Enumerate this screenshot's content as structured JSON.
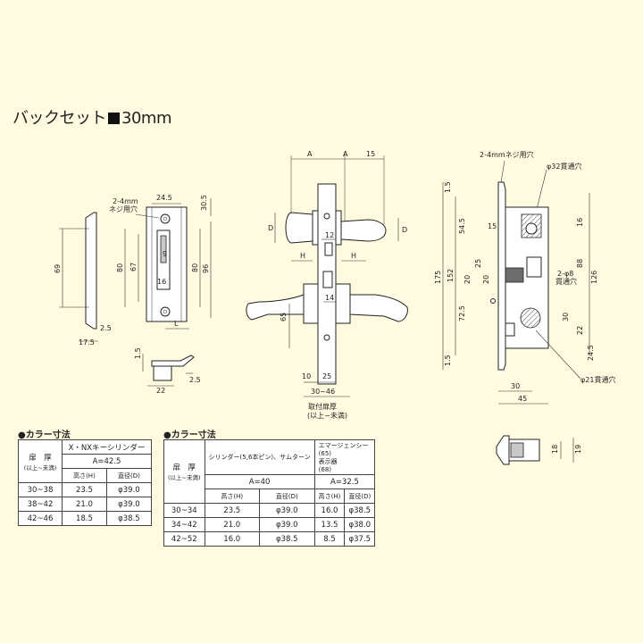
{
  "title": {
    "text": "バックセット",
    "value": "30mm"
  },
  "front_view": {
    "screw_hole_label": "2-4mm\nネジ用穴",
    "dims": [
      "24.5",
      "30.5",
      "9",
      "16",
      "80",
      "67",
      "80",
      "96",
      "69",
      "2.5",
      "17.5",
      "L"
    ]
  },
  "strike_view": {
    "dims": [
      "1.5",
      "2.5",
      "22"
    ]
  },
  "side_view": {
    "dims": [
      "A",
      "A",
      "15",
      "D",
      "D",
      "12",
      "H",
      "H",
      "14",
      "65",
      "10",
      "25",
      "30~46"
    ],
    "door_thickness_label": "取付扉厚",
    "door_thickness_note": "(以上~未満)"
  },
  "case_view": {
    "labels": [
      "2-4mmネジ用穴",
      "φ32貫通穴",
      "2-φ8\n貫通穴",
      "φ21貫通穴"
    ],
    "dims": [
      "1.5",
      "54.5",
      "25",
      "20",
      "20",
      "72.5",
      "1.5",
      "175",
      "152",
      "126",
      "16",
      "88",
      "30",
      "22",
      "24.5",
      "15",
      "30",
      "45",
      "18",
      "19"
    ]
  },
  "table1": {
    "title": "●カラー寸法",
    "header_door": "扉　厚",
    "header_door_note": "(以上~未満)",
    "header_type": "X・NXキーシリンダー",
    "header_a": "A=42.5",
    "col_h": "高さ(H)",
    "col_d": "直径(D)",
    "rows": [
      [
        "30~38",
        "23.5",
        "φ39.0"
      ],
      [
        "38~42",
        "21.0",
        "φ39.0"
      ],
      [
        "42~46",
        "18.5",
        "φ38.5"
      ]
    ]
  },
  "table2": {
    "title": "●カラー寸法",
    "header_door": "扉　厚",
    "header_door_note": "(以上~未満)",
    "header_type1": "シリンダー(5,6本ピン)、サムターン",
    "header_type2": "エマージェンシー(65)\n表示器　　　　(68)",
    "header_a1": "A=40",
    "header_a2": "A=32.5",
    "col_h": "高さ(H)",
    "col_d": "直径(D)",
    "rows": [
      [
        "30~34",
        "23.5",
        "φ39.0",
        "16.0",
        "φ38.5"
      ],
      [
        "34~42",
        "21.0",
        "φ39.0",
        "13.5",
        "φ38.0"
      ],
      [
        "42~52",
        "16.0",
        "φ38.5",
        "8.5",
        "φ37.5"
      ]
    ]
  }
}
